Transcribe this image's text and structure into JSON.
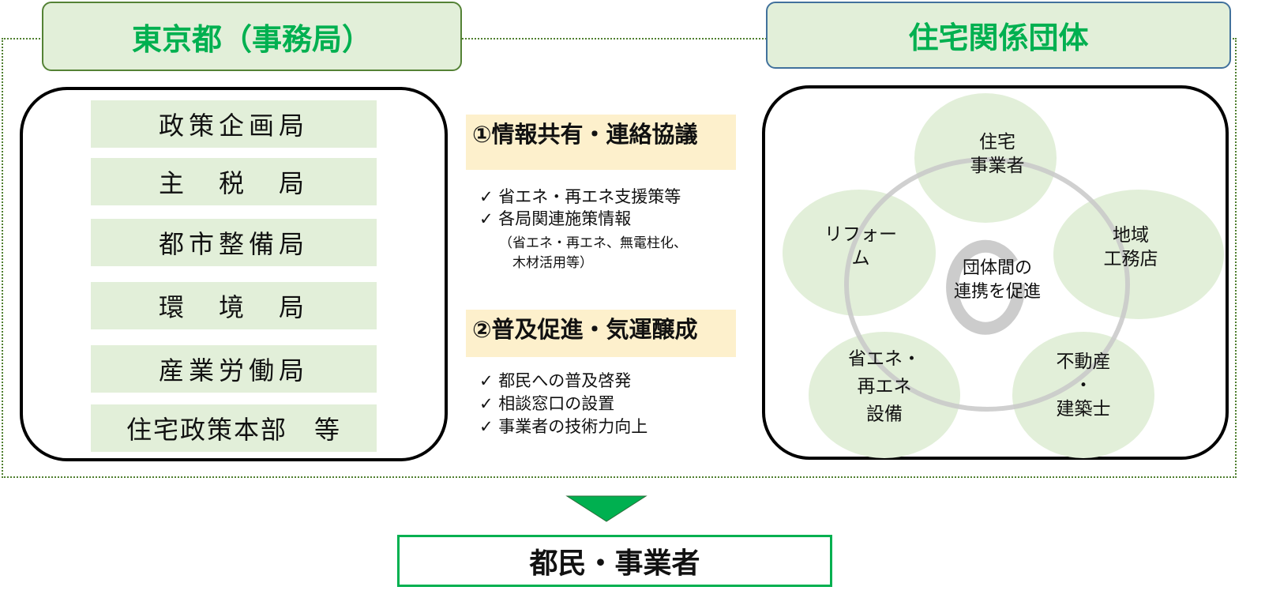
{
  "left_header": "東京都（事務局）",
  "right_header": "住宅関係団体",
  "bureaus": [
    "政策企画局",
    "主　税　局",
    "都市整備局",
    "環　境　局",
    "産業労働局",
    "住宅政策本部　等"
  ],
  "section1": {
    "title": "①情報共有・連絡協議",
    "items": [
      "✓ 省エネ・再エネ支援策等",
      "✓ 各局関連施策情報"
    ],
    "note": [
      "（省エネ・再エネ、無電柱化、",
      "　木材活用等）"
    ]
  },
  "section2": {
    "title": "②普及促進・気運醸成",
    "items": [
      "✓ 都民への普及啓発",
      "✓ 相談窓口の設置",
      "✓ 事業者の技術力向上"
    ]
  },
  "groups": {
    "housing": [
      "住宅",
      "事業者"
    ],
    "reform": [
      "リフォー",
      "ム"
    ],
    "local": [
      "地域",
      "工務店"
    ],
    "energy": [
      "省エネ・",
      "再エネ",
      "設備"
    ],
    "realestate": [
      "不動産",
      "・",
      "建築士"
    ]
  },
  "center": [
    "団体間の",
    "連携を促進"
  ],
  "target": "都民・事業者",
  "colors": {
    "green": "#00b050",
    "light_green": "#e2efd9",
    "beige": "#fdf0cc"
  }
}
